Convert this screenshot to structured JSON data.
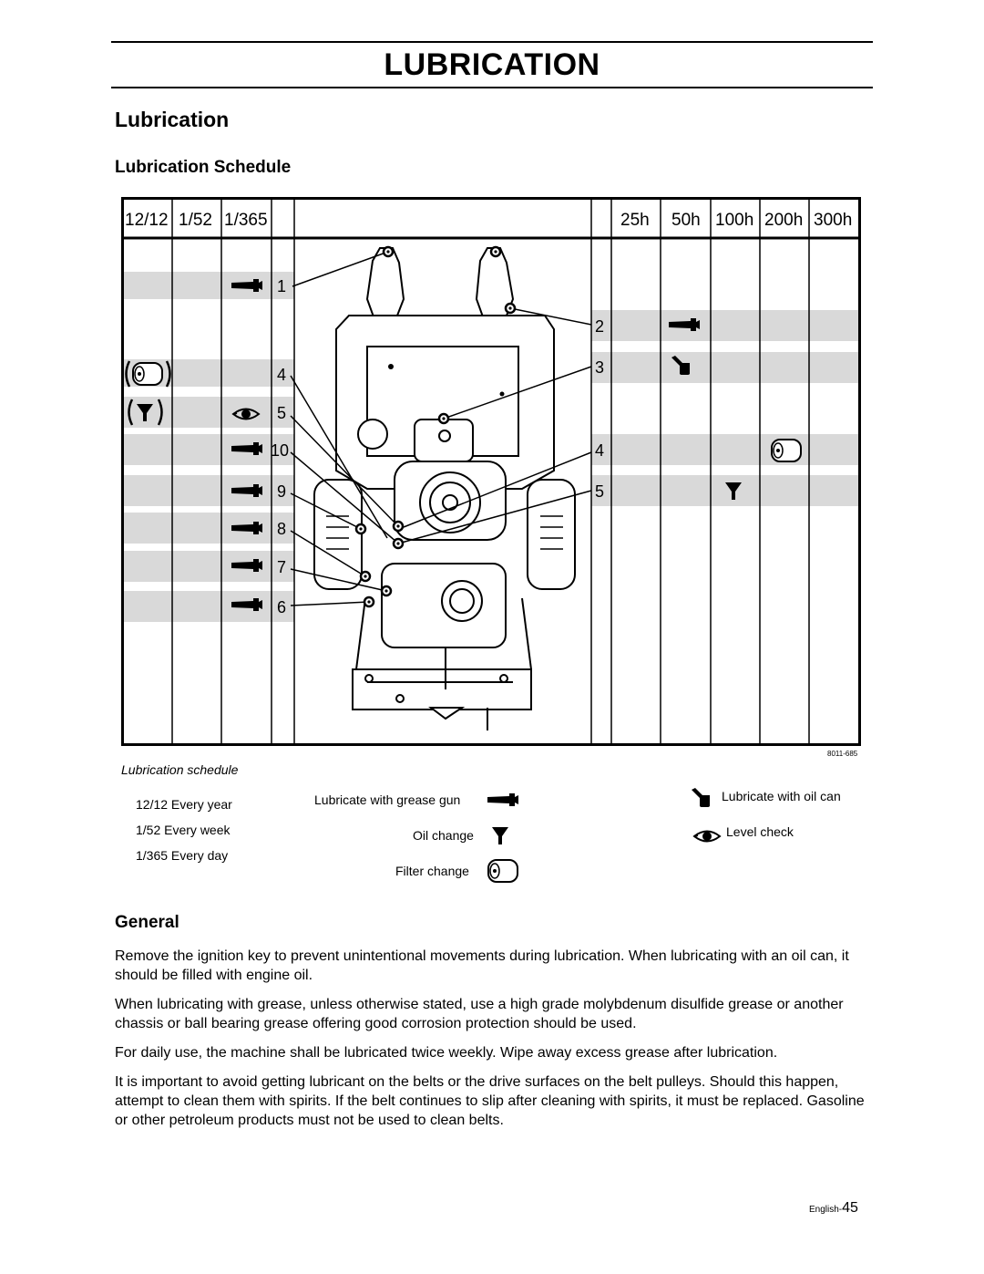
{
  "header": {
    "banner": "LUBRICATION"
  },
  "section_title": "Lubrication",
  "subsection_title": "Lubrication Schedule",
  "schedule": {
    "columns_left": [
      "12/12",
      "1/52",
      "1/365"
    ],
    "columns_right": [
      "25h",
      "50h",
      "100h",
      "200h",
      "300h"
    ],
    "left_points": [
      "1",
      "4",
      "5",
      "10",
      "9",
      "8",
      "7",
      "6"
    ],
    "right_points": [
      "2",
      "3",
      "4",
      "5"
    ],
    "figure_code": "8011-685",
    "caption": "Lubrication schedule"
  },
  "legend": {
    "intervals": [
      "12/12 Every year",
      "1/52 Every week",
      "1/365 Every day"
    ],
    "grease_gun": "Lubricate with grease gun",
    "oil_change": "Oil change",
    "filter_change": "Filter change",
    "oil_can": "Lubricate with oil can",
    "level_check": "Level check"
  },
  "general": {
    "title": "General",
    "paragraphs": [
      "Remove the ignition key to prevent unintentional movements during lubrication. When lubricating with an oil can, it should be filled with engine oil.",
      "When lubricating with grease, unless otherwise stated, use a high grade molybdenum disulfide grease or another chassis or ball bearing grease offering good corrosion protection should be used.",
      "For daily use, the machine shall be lubricated twice weekly. Wipe away excess grease after lubrication.",
      "It is important to avoid getting lubricant on the belts or the drive surfaces on the belt pulleys. Should this happen, attempt to clean them with spirits. If the belt continues to slip after cleaning with spirits, it must be replaced. Gasoline or other petroleum products must not be used to clean belts."
    ]
  },
  "footer": {
    "page_prefix": "English-",
    "page_number": "45"
  }
}
